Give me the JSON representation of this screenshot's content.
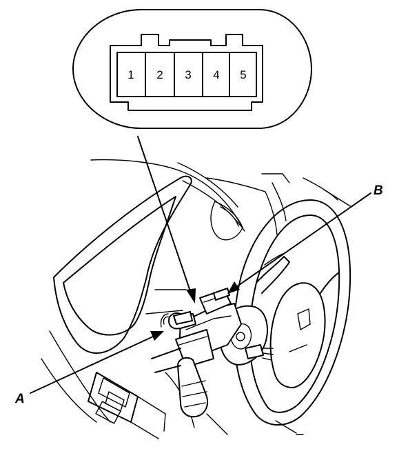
{
  "connector": {
    "pins": [
      "1",
      "2",
      "3",
      "4",
      "5"
    ]
  },
  "callouts": {
    "a": "A",
    "b": "B"
  },
  "colors": {
    "ink": "#000000",
    "paper": "#ffffff"
  }
}
